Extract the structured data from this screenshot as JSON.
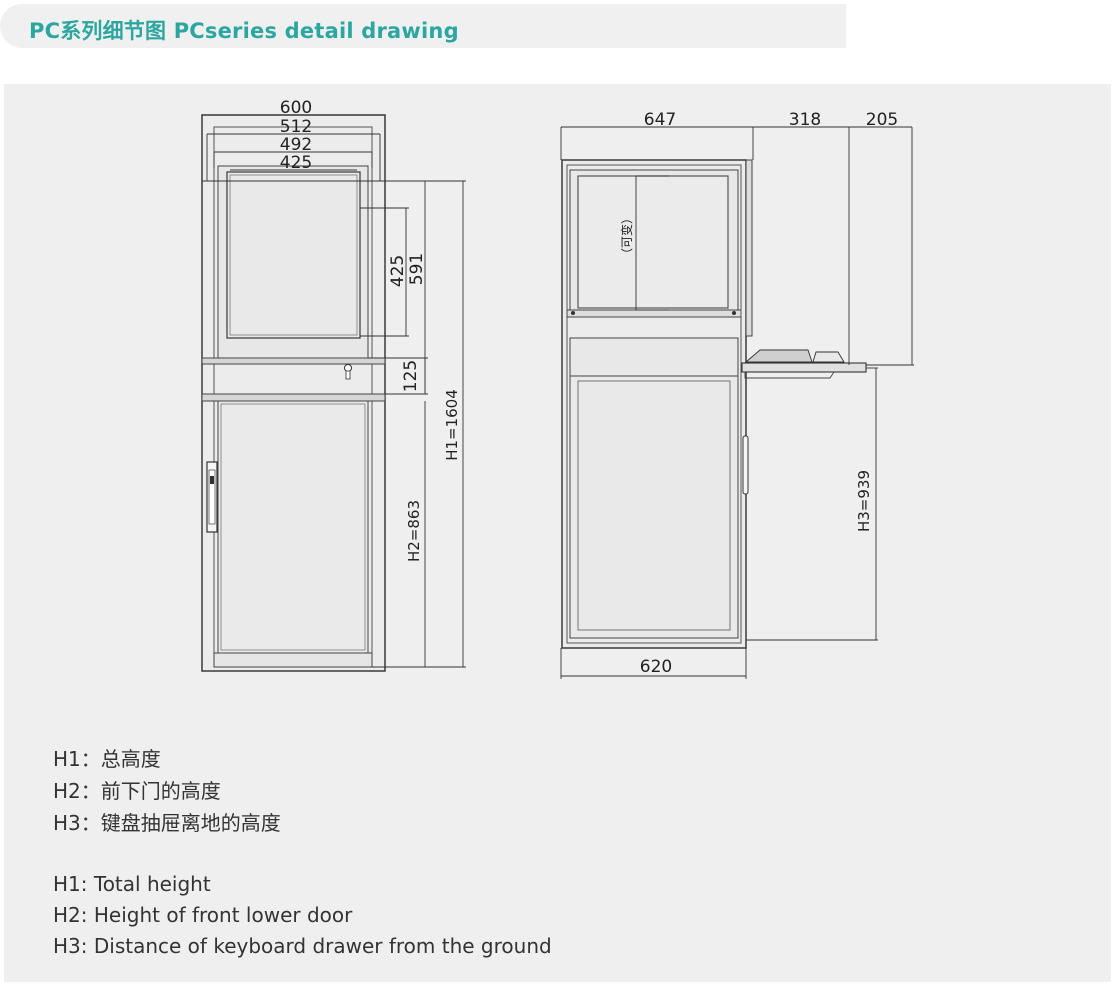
{
  "header": {
    "title": "PC系列细节图 PCseries detail drawing",
    "title_color": "#2ba6a0"
  },
  "front_view": {
    "dims": {
      "width_600": "600",
      "width_512": "512",
      "width_492": "492",
      "width_425": "425",
      "height_425": "425",
      "height_591": "591",
      "height_125": "125",
      "h1": "H1=1604",
      "h2": "H2=863"
    }
  },
  "side_view": {
    "dims": {
      "depth_647": "647",
      "drawer_318": "318",
      "drawer_205": "205",
      "base_620": "620",
      "h3": "H3=939",
      "variable": "（可变）"
    }
  },
  "legend_cn": [
    {
      "key": "H1：",
      "text": "总高度"
    },
    {
      "key": "H2：",
      "text": "前下门的高度"
    },
    {
      "key": "H3：",
      "text": "键盘抽屉离地的高度"
    }
  ],
  "legend_en": [
    {
      "key": "H1:",
      "text": "Total height"
    },
    {
      "key": "H2:",
      "text": "Height of front lower door"
    },
    {
      "key": "H3:",
      "text": "Distance of keyboard drawer from the ground"
    }
  ]
}
